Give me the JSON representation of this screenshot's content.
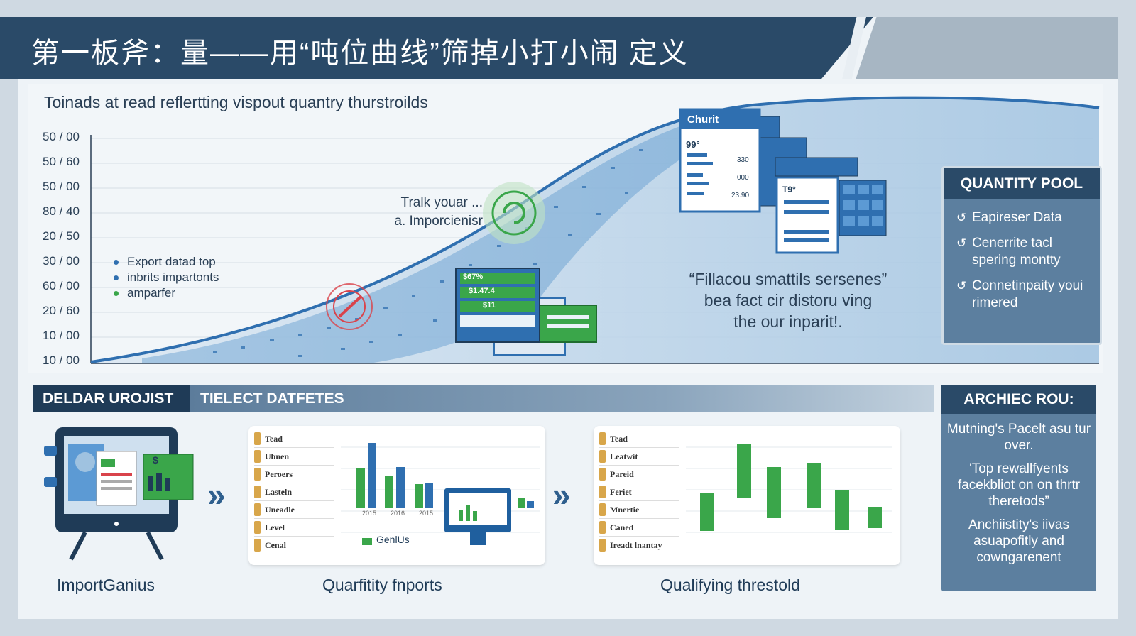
{
  "title": "第一板斧：量——用“吨位曲线”筛掉小打小闹 定义",
  "chart": {
    "subtitle": "Toinads at read reflertting vispout quantry thurstroilds",
    "y_ticks": [
      "50 / 00",
      "50 / 60",
      "50 / 00",
      "80 / 40",
      "20 / 50",
      "30 / 00",
      "60 / 00",
      "20 / 60",
      "10 / 00",
      "10 / 00"
    ],
    "legend": [
      {
        "label": "Export datad top",
        "color": "#2f6fb0"
      },
      {
        "label": "inbrits impartonts",
        "color": "#2f6fb0"
      },
      {
        "label": "amparfer",
        "color": "#3aa64a"
      }
    ],
    "callout_lines": [
      "Tralk youar ...",
      "a. Imporcienisr"
    ],
    "quote_lines": [
      "“Fillacou smattils sersenes”",
      "bea fact cir distoru ving",
      "the our inparit!."
    ],
    "card_top": {
      "header": "Churit",
      "big": "99°",
      "rows": [
        "330",
        "000",
        "23.90"
      ]
    },
    "card_mid": {
      "big": "T9°"
    },
    "green_card": {
      "rows": [
        "$67%",
        "$1.47.4",
        "$11"
      ]
    }
  },
  "pool": {
    "title": "QUANTITY POOL",
    "items": [
      "Eapireser Data",
      "Cenerrite tacl spering montty",
      "Connetinpaity youi rimered"
    ]
  },
  "band": {
    "left": "DELDAR UROJIST",
    "right": "TIELECT DATFETES"
  },
  "archive": {
    "title": "ARCHIEC ROU:",
    "paras": [
      "Mutning's Pacelt asu tur over.",
      "'Top rewallfyents facekbliot on on thrtr theretods”",
      "Anchiistity's iivas asuapofitly and cowngarenent"
    ]
  },
  "panels": {
    "one_caption": "ImportGanius",
    "two_caption": "Quarfitity fnports",
    "three_caption": "Qualifying threstold",
    "two_list": [
      "Tead",
      "Ubnen",
      "Peroers",
      "Lasteln",
      "Uneadle",
      "Level",
      "Cenal"
    ],
    "three_list": [
      "Tead",
      "Leatwit",
      "Pareid",
      "Feriet",
      "Mnertie",
      "Caned",
      "Ireadt lnantay"
    ],
    "two_legend": "GenlUs",
    "two_ticks": [
      "2015",
      "2016",
      "2015"
    ],
    "monitor_one_price": "$"
  },
  "colors": {
    "navy": "#2a4a68",
    "blue": "#2f6fb0",
    "green": "#3aa64a",
    "light": "#cfe0ef"
  }
}
